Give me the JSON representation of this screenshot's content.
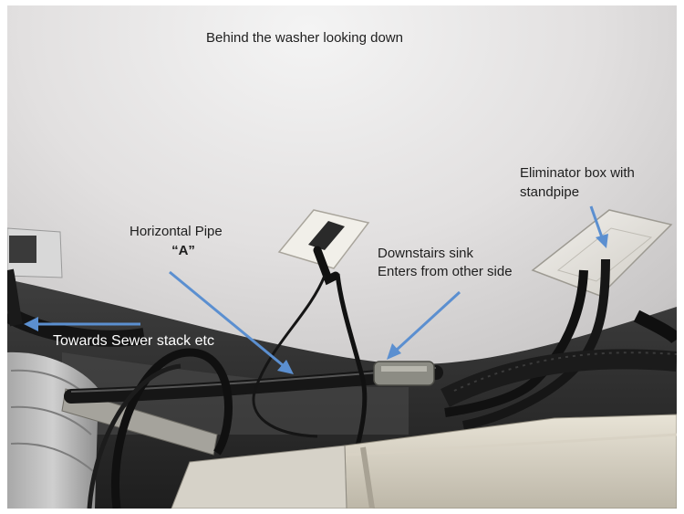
{
  "annotations": {
    "title": "Behind the washer looking down",
    "horizontal_pipe_line1": "Horizontal Pipe",
    "horizontal_pipe_line2": "“A”",
    "downstairs_sink_line1": "Downstairs sink",
    "downstairs_sink_line2": "Enters from other side",
    "eliminator_line1": "Eliminator box with",
    "eliminator_line2": "standpipe",
    "sewer_stack": "Towards Sewer stack etc"
  },
  "colors": {
    "arrow": "#5b8fd0",
    "label_dark": "#1e1e1e",
    "label_light": "#ffffff",
    "ceiling": "#dcdcdc",
    "pipe": "#1a1a1a"
  }
}
